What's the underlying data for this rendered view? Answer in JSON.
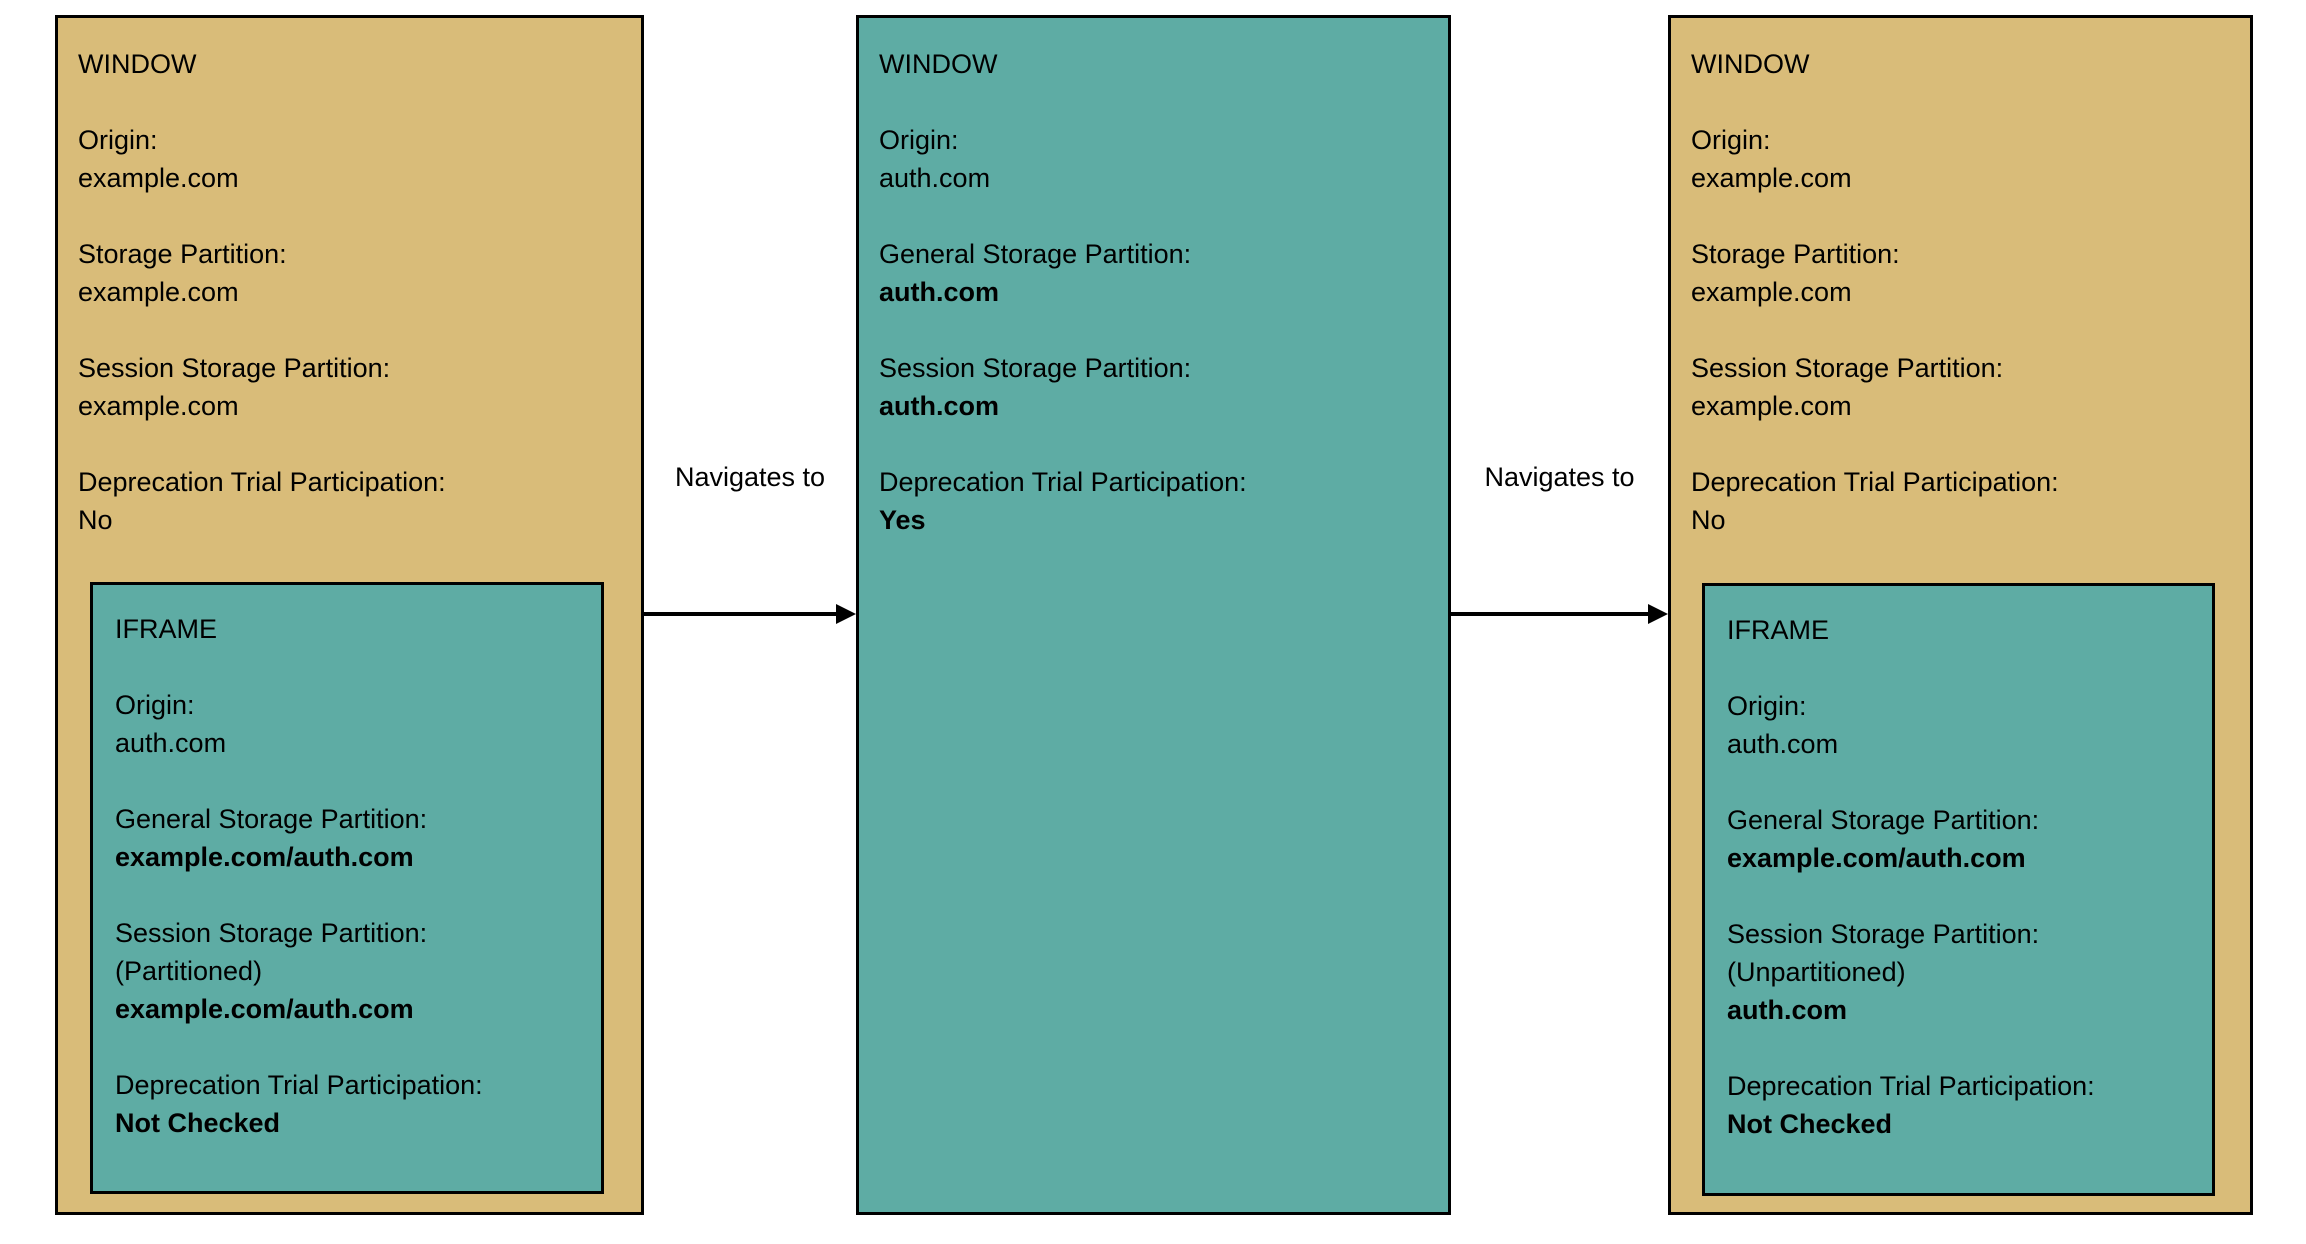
{
  "diagram": {
    "colors": {
      "window_fill": "#D9BC79",
      "iframe_fill": "#5EACA4",
      "border": "#000000",
      "background": "#FFFFFF",
      "text": "#000000"
    },
    "columns": {
      "left": {
        "window": {
          "title": "WINDOW",
          "origin_label": "Origin:",
          "origin_value": "example.com",
          "storage_label": "Storage Partition:",
          "storage_value": "example.com",
          "session_label": "Session Storage Partition:",
          "session_value": "example.com",
          "trial_label": "Deprecation Trial Participation:",
          "trial_value": "No"
        },
        "iframe": {
          "title": "IFRAME",
          "origin_label": "Origin:",
          "origin_value": "auth.com",
          "general_label": "General Storage Partition:",
          "general_value": "example.com/auth.com",
          "session_label": "Session Storage Partition:",
          "session_note": "(Partitioned)",
          "session_value": "example.com/auth.com",
          "trial_label": "Deprecation Trial Participation:",
          "trial_value": "Not Checked"
        }
      },
      "middle": {
        "window": {
          "title": "WINDOW",
          "origin_label": "Origin:",
          "origin_value": "auth.com",
          "general_label": "General Storage Partition:",
          "general_value": "auth.com",
          "session_label": "Session Storage Partition:",
          "session_value": "auth.com",
          "trial_label": "Deprecation Trial Participation:",
          "trial_value": "Yes"
        }
      },
      "right": {
        "window": {
          "title": "WINDOW",
          "origin_label": "Origin:",
          "origin_value": "example.com",
          "storage_label": "Storage Partition:",
          "storage_value": "example.com",
          "session_label": "Session Storage Partition:",
          "session_value": "example.com",
          "trial_label": "Deprecation Trial Participation:",
          "trial_value": "No"
        },
        "iframe": {
          "title": "IFRAME",
          "origin_label": "Origin:",
          "origin_value": "auth.com",
          "general_label": "General Storage Partition:",
          "general_value": "example.com/auth.com",
          "session_label": "Session Storage Partition:",
          "session_note": "(Unpartitioned)",
          "session_value": "auth.com",
          "trial_label": "Deprecation Trial Participation:",
          "trial_value": "Not Checked"
        }
      }
    },
    "arrows": {
      "left": {
        "label": "Navigates to"
      },
      "right": {
        "label": "Navigates to"
      }
    }
  }
}
